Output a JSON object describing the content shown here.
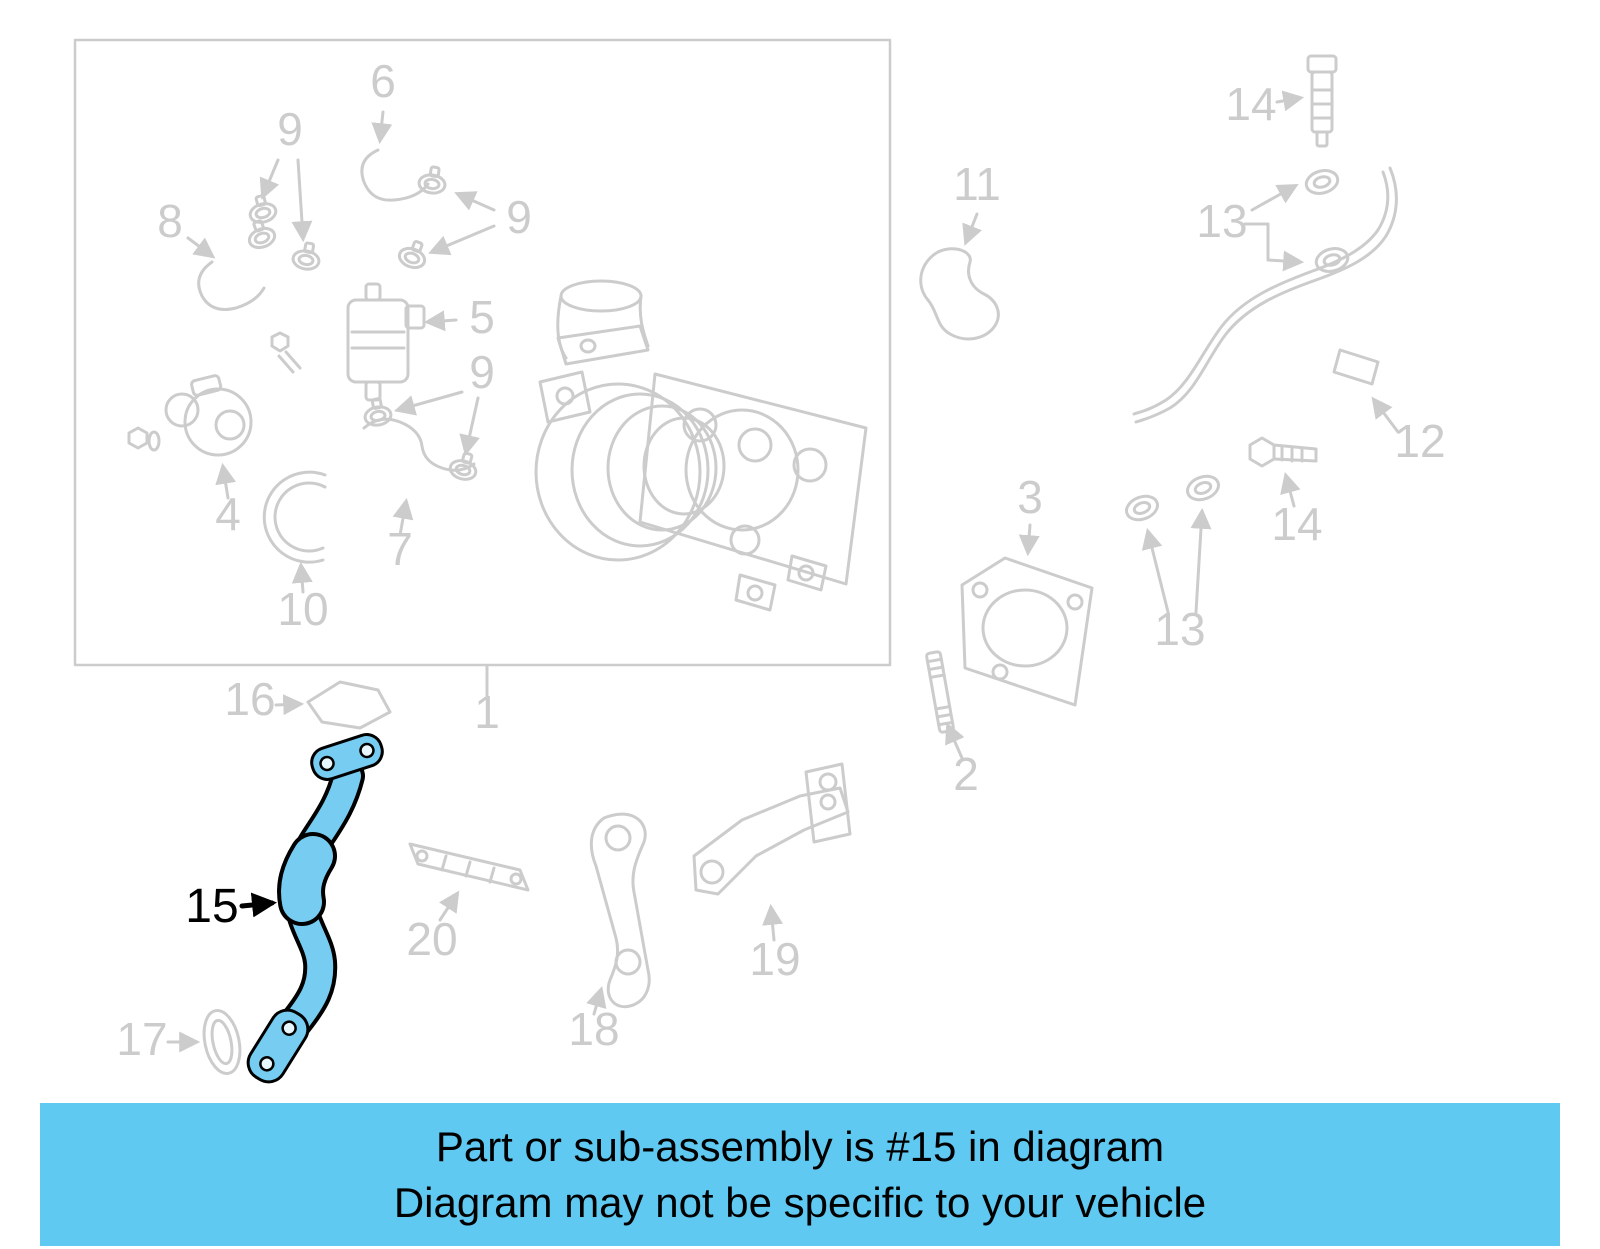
{
  "banner": {
    "line1": "Part or sub-assembly is #15 in diagram",
    "line2": "Diagram may not be specific to your vehicle"
  },
  "colors": {
    "diagram_line": "#cccccc",
    "highlight_fill": "#76cdf1",
    "highlight_hole": "#e8f7fd",
    "banner_bg": "#5fc9f1",
    "banner_text": "#000000",
    "label_dark": "#000000"
  },
  "callouts": {
    "c1": "1",
    "c2": "2",
    "c3": "3",
    "c4": "4",
    "c5": "5",
    "c6": "6",
    "c7": "7",
    "c8": "8",
    "c9a": "9",
    "c9b": "9",
    "c9c": "9",
    "c10": "10",
    "c11": "11",
    "c12": "12",
    "c13a": "13",
    "c13b": "13",
    "c14a": "14",
    "c14b": "14",
    "c15": "15",
    "c16": "16",
    "c17": "17",
    "c18": "18",
    "c19": "19",
    "c20": "20"
  }
}
